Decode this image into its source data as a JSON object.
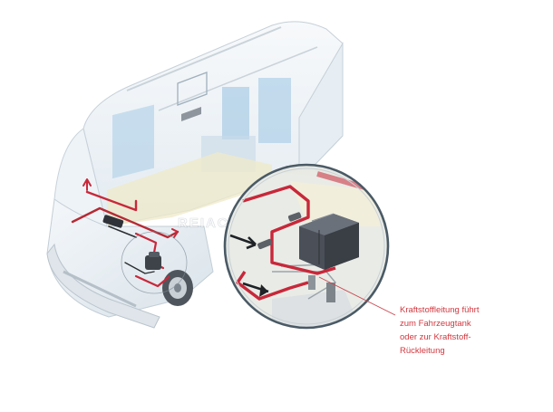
{
  "figure": {
    "subject": "motorhome-fuel-heater-installation",
    "callout": {
      "lines": [
        "Kraftstoffleitung führt",
        "zum Fahrzeugtank",
        "oder zur Kraftstoff-",
        "Rückleitung"
      ]
    },
    "watermark": "REIAC",
    "colors": {
      "fuel_line": "#c8283a",
      "caption_text": "#d2383f",
      "heater_unit": "#4a4f58",
      "body_glass": "#dfe9f1",
      "interior_blue": "#a9cce6",
      "floor_yellow": "#efe9c8",
      "magnifier_ring": "#4a5a66"
    }
  }
}
